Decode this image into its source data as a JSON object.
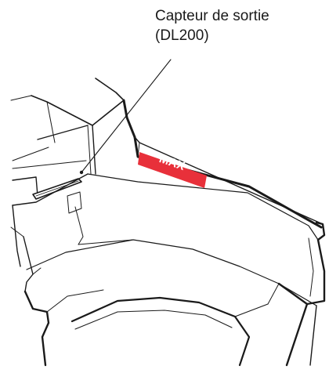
{
  "callout": {
    "line1": "Capteur de sortie",
    "line2": "(DL200)"
  },
  "max_label": {
    "text": "MAX",
    "band_color": "#e8303a",
    "text_color": "#ffffff"
  },
  "colors": {
    "line": "#1a1a1a",
    "fill": "#ffffff"
  }
}
